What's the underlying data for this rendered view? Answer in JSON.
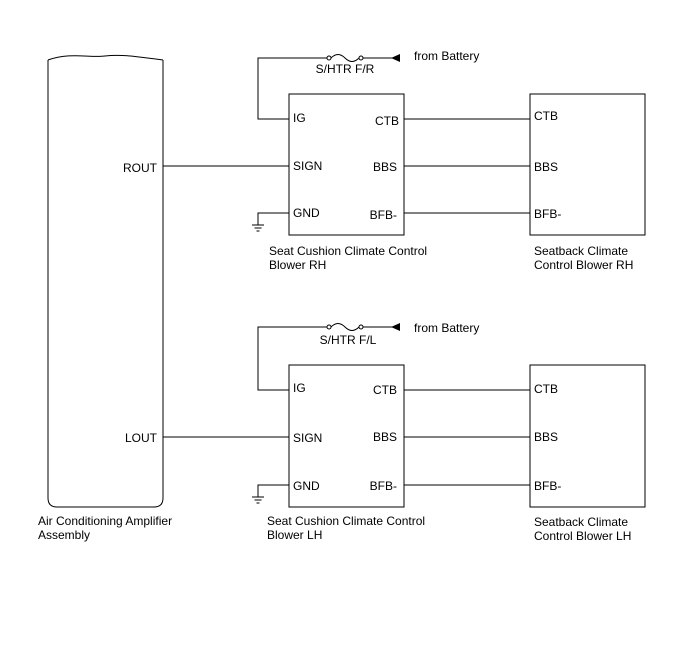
{
  "colors": {
    "line": "#000000",
    "background": "#ffffff"
  },
  "amplifier": {
    "name_line1": "Air Conditioning Amplifier",
    "name_line2": "Assembly",
    "pin_rout": "ROUT",
    "pin_lout": "LOUT"
  },
  "rh": {
    "source_label": "from Battery",
    "fuse_label": "S/HTR F/R",
    "cushion": {
      "name_line1": "Seat Cushion Climate Control",
      "name_line2": "Blower RH",
      "pin_ig": "IG",
      "pin_sign": "SIGN",
      "pin_gnd": "GND",
      "pin_ctb": "CTB",
      "pin_bbs": "BBS",
      "pin_bfb": "BFB-"
    },
    "seatback": {
      "name_line1": "Seatback Climate",
      "name_line2": "Control Blower RH",
      "pin_ctb": "CTB",
      "pin_bbs": "BBS",
      "pin_bfb": "BFB-"
    }
  },
  "lh": {
    "source_label": "from Battery",
    "fuse_label": "S/HTR F/L",
    "cushion": {
      "name_line1": "Seat Cushion Climate Control",
      "name_line2": "Blower LH",
      "pin_ig": "IG",
      "pin_sign": "SIGN",
      "pin_gnd": "GND",
      "pin_ctb": "CTB",
      "pin_bbs": "BBS",
      "pin_bfb": "BFB-"
    },
    "seatback": {
      "name_line1": "Seatback Climate",
      "name_line2": "Control Blower LH",
      "pin_ctb": "CTB",
      "pin_bbs": "BBS",
      "pin_bfb": "BFB-"
    }
  }
}
